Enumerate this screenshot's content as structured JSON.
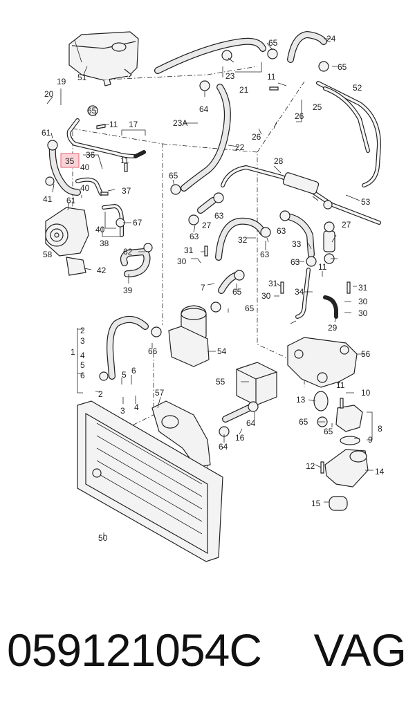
{
  "diagram": {
    "highlight_color": "#fbd3d7",
    "highlighted_label": "35",
    "labels": [
      "24",
      "65",
      "65",
      "23",
      "21",
      "19",
      "20",
      "51",
      "11",
      "64",
      "52",
      "65",
      "11",
      "17",
      "61",
      "35",
      "36",
      "40",
      "23A",
      "26",
      "26",
      "25",
      "22",
      "28",
      "11",
      "41",
      "61",
      "40",
      "37",
      "65",
      "63",
      "27",
      "53",
      "58",
      "40",
      "67",
      "38",
      "63",
      "32",
      "31",
      "33",
      "63",
      "27",
      "62",
      "30",
      "63",
      "63",
      "42",
      "7",
      "65",
      "31",
      "30",
      "34",
      "11",
      "31",
      "39",
      "30",
      "30",
      "29",
      "2",
      "3",
      "1",
      "4",
      "5",
      "6",
      "66",
      "54",
      "56",
      "65",
      "55",
      "11",
      "10",
      "2",
      "5",
      "6",
      "3",
      "4",
      "57",
      "13",
      "65",
      "8",
      "64",
      "16",
      "64",
      "65",
      "9",
      "12",
      "14",
      "15",
      "50"
    ]
  },
  "footer": {
    "part_number": "059121054C",
    "brand": "VAG"
  }
}
